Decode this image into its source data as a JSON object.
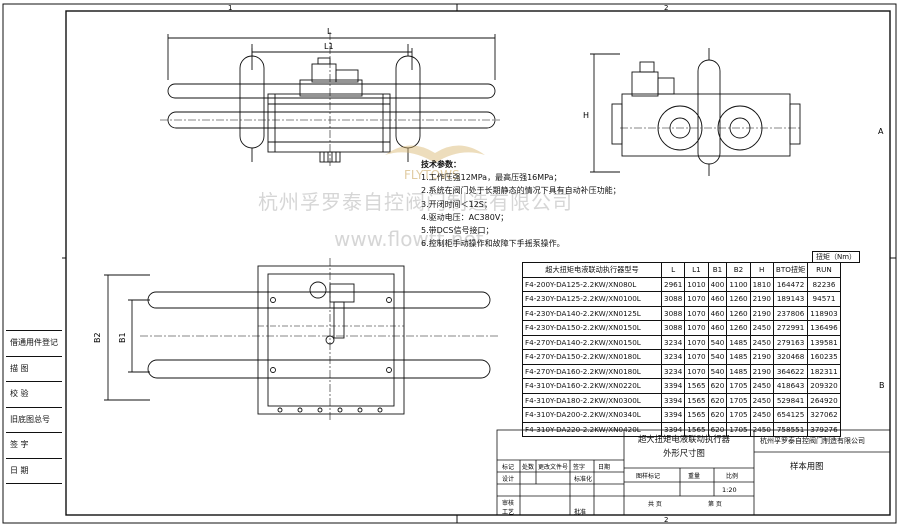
{
  "notes": {
    "heading": "技术参数：",
    "items": [
      "1.工作压强12MPa，最高压强16MPa；",
      "2.系统在阀门处于长期静态的情况下具有自动补压功能；",
      "3.开闭时间＜12S；",
      "4.驱动电压：AC380V；",
      "5.带DCS信号接口；",
      "6.控制柜手动操作和故障下手摇泵操作。"
    ]
  },
  "dimensions": {
    "top_L": "L",
    "top_L1": "L1",
    "side_H": "H",
    "plan_B2": "B2",
    "plan_B1": "B1"
  },
  "grid": {
    "top_1": "1",
    "top_2": "2",
    "bottom_2": "2",
    "right_A": "A",
    "right_B": "B"
  },
  "unit_label": "扭矩（Nm）",
  "spec_table": {
    "headers": [
      "超大扭矩电液联动执行器型号",
      "L",
      "L1",
      "B1",
      "B2",
      "H",
      "BTO扭矩",
      "RUN"
    ],
    "rows": [
      [
        "F4-200Y-DA125-2.2KW/XN080L",
        "2961",
        "1010",
        "400",
        "1100",
        "1810",
        "164472",
        "82236"
      ],
      [
        "F4-230Y-DA125-2.2KW/XN0100L",
        "3088",
        "1070",
        "460",
        "1260",
        "2190",
        "189143",
        "94571"
      ],
      [
        "F4-230Y-DA140-2.2KW/XN0125L",
        "3088",
        "1070",
        "460",
        "1260",
        "2190",
        "237806",
        "118903"
      ],
      [
        "F4-230Y-DA150-2.2KW/XN0150L",
        "3088",
        "1070",
        "460",
        "1260",
        "2450",
        "272991",
        "136496"
      ],
      [
        "F4-270Y-DA140-2.2KW/XN0150L",
        "3234",
        "1070",
        "540",
        "1485",
        "2450",
        "279163",
        "139581"
      ],
      [
        "F4-270Y-DA150-2.2KW/XN0180L",
        "3234",
        "1070",
        "540",
        "1485",
        "2190",
        "320468",
        "160235"
      ],
      [
        "F4-270Y-DA160-2.2KW/XN0180L",
        "3234",
        "1070",
        "540",
        "1485",
        "2190",
        "364622",
        "182311"
      ],
      [
        "F4-310Y-DA160-2.2KW/XN0220L",
        "3394",
        "1565",
        "620",
        "1705",
        "2450",
        "418643",
        "209320"
      ],
      [
        "F4-310Y-DA180-2.2KW/XN0300L",
        "3394",
        "1565",
        "620",
        "1705",
        "2450",
        "529841",
        "264920"
      ],
      [
        "F4-310Y-DA200-2.2KW/XN0340L",
        "3394",
        "1565",
        "620",
        "1705",
        "2450",
        "654125",
        "327062"
      ],
      [
        "F4-310Y-DA220-2.2KW/XN0420L",
        "3394",
        "1565",
        "620",
        "1705",
        "2450",
        "758551",
        "379276"
      ]
    ]
  },
  "side_strip": [
    "借通用件登记",
    "描 图",
    "校 验",
    "旧底图总号",
    "签 字",
    "日 期"
  ],
  "title_block": {
    "title_line1": "超大扭矩电液联动执行器",
    "title_line2": "外形尺寸图",
    "company": "杭州孚罗泰自控阀门制造有限公司",
    "sample": "样本用图",
    "stage_label": "图样标记",
    "weight_label": "重量",
    "scale_label": "比例",
    "scale_value": "1:20",
    "sheets_label": "共 页",
    "sheet_label": "第 页",
    "rev_labels": [
      "标记",
      "处数",
      "更改文件号",
      "签字",
      "日期"
    ],
    "designer_label": "设计",
    "std_label": "标准化",
    "check_label": "审核",
    "process_label": "工艺",
    "approve_label": "批准"
  },
  "watermark": {
    "company": "杭州孚罗泰自控阀门制造有限公司",
    "url": "www.flowtt.net",
    "logo_text": "FLYTOWS"
  },
  "colors": {
    "line": "#111111",
    "watermark": "#b5b5b5",
    "logo_gold": "#d8b46a"
  }
}
